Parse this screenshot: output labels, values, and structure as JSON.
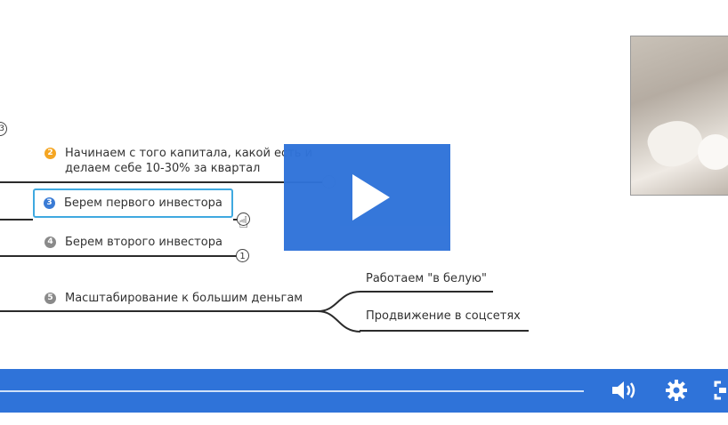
{
  "mindmap": {
    "partial_badge": "3",
    "nodes": [
      {
        "number": "2",
        "line1": "Начинаем с того капитала, какой есть и",
        "line2": "делаем себе 10-30% за квартал"
      },
      {
        "number": "3",
        "text": "Берем первого инвестора"
      },
      {
        "number": "4",
        "text": "Берем второго инвестора"
      },
      {
        "number": "5",
        "text": "Масштабирование к большим деньгам"
      }
    ],
    "collapse_badge_4": "1",
    "subtopics": [
      "Работаем \"в белую\"",
      "Продвижение в соцсетях"
    ]
  },
  "player": {
    "progress_fraction": 0,
    "icons": [
      "play-icon",
      "volume-icon",
      "settings-icon",
      "fullscreen-icon"
    ],
    "accent": "#2f73d9"
  }
}
